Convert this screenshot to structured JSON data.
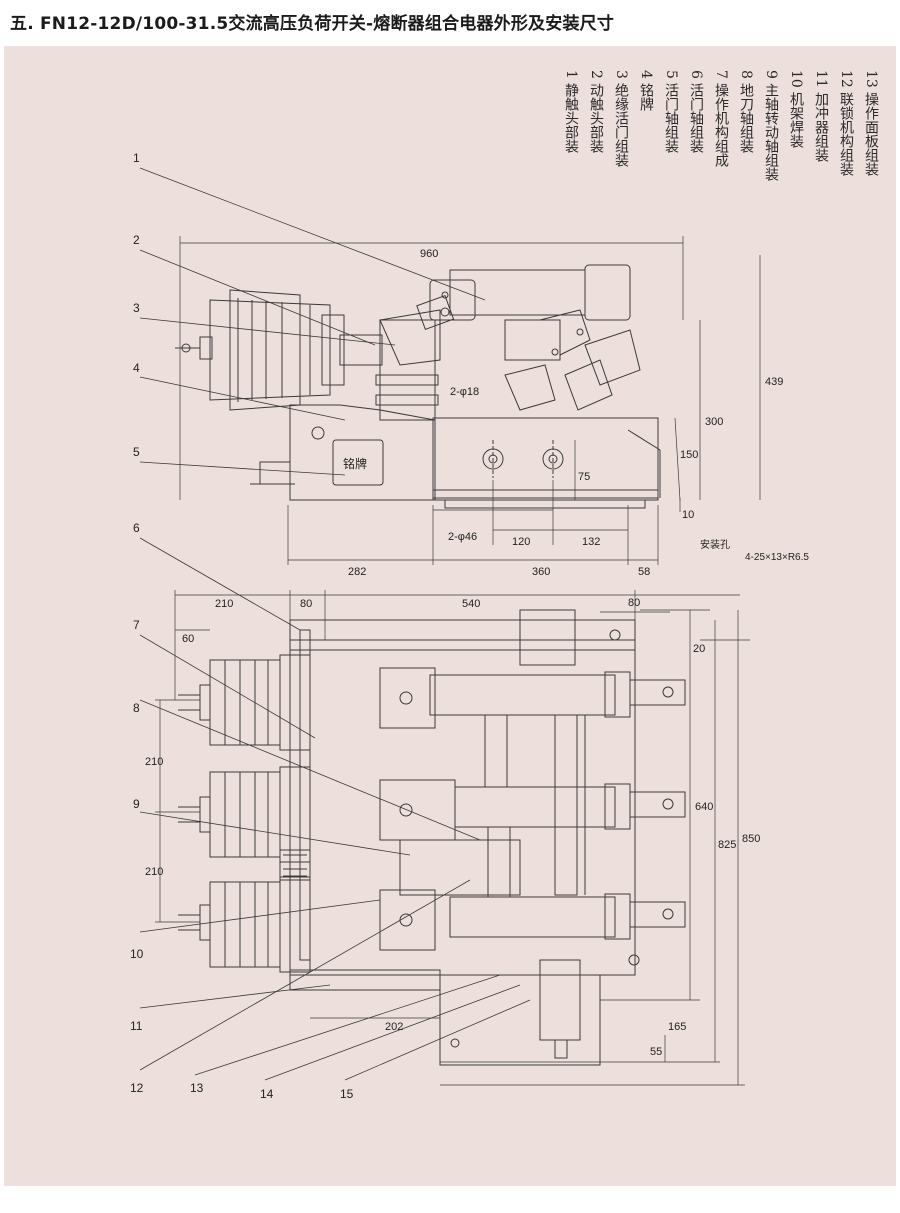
{
  "title": "五. FN12-12D/100-31.5交流高压负荷开关-熔断器组合电器外形及安装尺寸",
  "colors": {
    "background": "#ede0dc",
    "line": "#3a3a3a"
  },
  "legend": [
    {
      "num": "1",
      "text": "静触头部装"
    },
    {
      "num": "2",
      "text": "动触头部装"
    },
    {
      "num": "3",
      "text": "绝缘活门组装"
    },
    {
      "num": "4",
      "text": "铭牌"
    },
    {
      "num": "5",
      "text": "活门轴组装"
    },
    {
      "num": "6",
      "text": "活门轴组装"
    },
    {
      "num": "7",
      "text": "操作机构组成"
    },
    {
      "num": "8",
      "text": "地刀轴组装"
    },
    {
      "num": "9",
      "text": "主轴转动轴组装"
    },
    {
      "num": "10",
      "text": "机架焊装"
    },
    {
      "num": "11",
      "text": "加冲器组装"
    },
    {
      "num": "12",
      "text": "联锁机构组装"
    },
    {
      "num": "13",
      "text": "操作面板组装"
    }
  ],
  "callouts": [
    "1",
    "2",
    "3",
    "4",
    "5",
    "6",
    "7",
    "8",
    "9",
    "10",
    "11",
    "12",
    "13",
    "14",
    "15"
  ],
  "nameplate": "铭牌",
  "dims_top": {
    "d960": "960",
    "d439": "439",
    "d300": "300",
    "d150": "150",
    "d75": "75",
    "d10": "10",
    "phi18": "2-φ18",
    "phi46": "2-φ46",
    "d120": "120",
    "d132": "132",
    "d282": "282",
    "d360": "360",
    "d58": "58",
    "mount": "安装孔",
    "slot": "4-25×13×R6.5"
  },
  "dims_bottom": {
    "d210a": "210",
    "d80a": "80",
    "d540": "540",
    "d80b": "80",
    "d60": "60",
    "d20": "20",
    "d210b": "210",
    "d210c": "210",
    "d640": "640",
    "d825": "825",
    "d850": "850",
    "d202": "202",
    "d165": "165",
    "d55": "55"
  }
}
